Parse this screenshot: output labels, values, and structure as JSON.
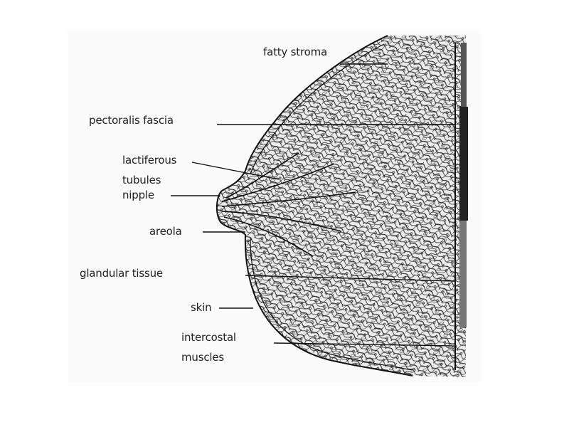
{
  "diagram": {
    "subject": "breast anatomy cross-section",
    "labels": {
      "fatty_stroma": "fatty stroma",
      "pectoralis_fascia": "pectoralis fascia",
      "lactiferous_line1": "lactiferous",
      "lactiferous_line2": "tubules",
      "nipple": "nipple",
      "areola": "areola",
      "glandular_tissue": "glandular tissue",
      "skin": "skin",
      "intercostal_line1": "intercostal",
      "intercostal_line2": "muscles"
    },
    "colors": {
      "background": "#ffffff",
      "ink": "#1a1a1a",
      "tissue_fill": "#e9e9e9"
    }
  }
}
